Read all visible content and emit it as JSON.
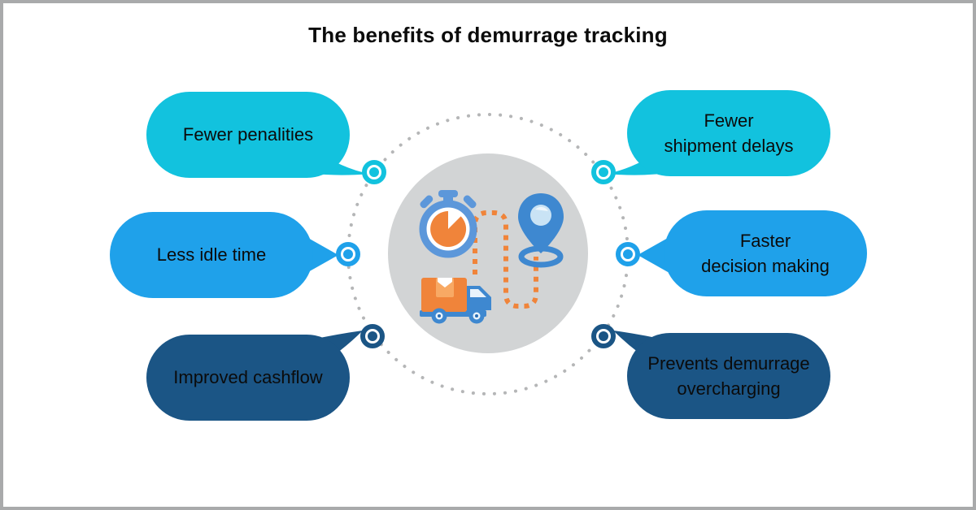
{
  "title": "The benefits of demurrage tracking",
  "colors": {
    "cyan": "#12C2DE",
    "blue": "#1FA1EA",
    "navy": "#1B5585",
    "circle": "#D2D4D5",
    "dots": "#B5B6B7",
    "border": "#A9AAAB",
    "orange": "#F0843A",
    "orange_light": "#F8A964",
    "icon_blue": "#3E88D0",
    "icon_blue_soft": "#5C97DA",
    "icon_blue_light": "#C9E3F5",
    "text": "#0B0B0B"
  },
  "bubbles": {
    "top_left": {
      "label": "Fewer penalities",
      "color": "cyan"
    },
    "middle_left": {
      "label": "Less idle time",
      "color": "blue"
    },
    "bottom_left": {
      "label": "Improved cashflow",
      "color": "navy"
    },
    "top_right": {
      "line1": "Fewer",
      "line2": "shipment delays",
      "color": "cyan"
    },
    "middle_right": {
      "line1": "Faster",
      "line2": "decision making",
      "color": "blue"
    },
    "bottom_right": {
      "line1": "Prevents demurrage",
      "line2": "overcharging",
      "color": "navy"
    }
  },
  "center": {
    "icons": [
      "stopwatch-icon",
      "location-pin-icon",
      "route-icon",
      "delivery-truck-icon"
    ]
  }
}
